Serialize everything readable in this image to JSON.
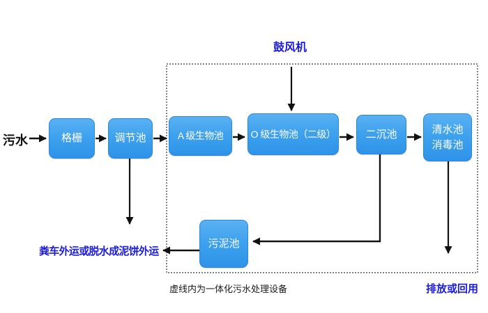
{
  "diagram": {
    "title_hint": "integrated wastewater treatment process flow",
    "influent_label": "污水",
    "blower_label": "鼓风机",
    "nodes": {
      "grid": "格栅",
      "regulation": "调节池",
      "a_bio": "A 级生物池",
      "o_bio": "O 级生物池（二级）",
      "secondary_sed": "二沉池",
      "clear_water_line1": "清水池",
      "clear_water_line2": "消毒池",
      "sludge": "污泥池"
    },
    "sludge_out_label": "粪车外运或脱水成泥饼外运",
    "discharge_label": "排放或回用",
    "boundary_caption": "虚线内为一体化污水处理设备",
    "colors": {
      "node_fill_top": "#5ab1f3",
      "node_fill_bottom": "#2e93e8",
      "node_border": "#2c86d9",
      "node_text": "#ffffff",
      "accent_blue_text": "#1a1ae0",
      "arrow": "#111111",
      "boundary_dash": "#333333",
      "background": "#ffffff"
    }
  }
}
